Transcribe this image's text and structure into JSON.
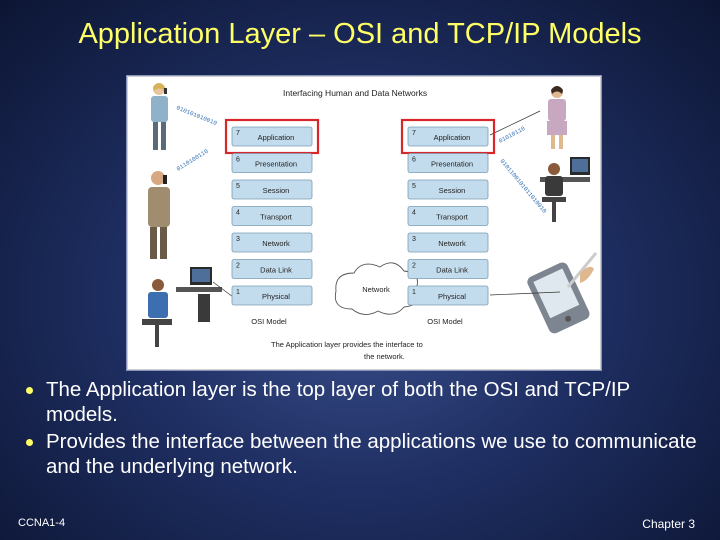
{
  "slide": {
    "title": "Application Layer – OSI and TCP/IP Models",
    "footer_left": "CCNA1-4",
    "footer_right": "Chapter 3"
  },
  "figure": {
    "heading": "Interfacing Human and Data Networks",
    "caption_line1": "The Application layer provides the interface to",
    "caption_line2": "the network.",
    "network_label": "Network",
    "left_stack": {
      "label": "OSI Model",
      "layers": [
        {
          "num": "7",
          "name": "Application",
          "highlighted": true
        },
        {
          "num": "6",
          "name": "Presentation",
          "highlighted": false
        },
        {
          "num": "5",
          "name": "Session",
          "highlighted": false
        },
        {
          "num": "4",
          "name": "Transport",
          "highlighted": false
        },
        {
          "num": "3",
          "name": "Network",
          "highlighted": false
        },
        {
          "num": "2",
          "name": "Data Link",
          "highlighted": false
        },
        {
          "num": "1",
          "name": "Physical",
          "highlighted": false
        }
      ]
    },
    "right_stack": {
      "label": "OSI Model",
      "layers": [
        {
          "num": "7",
          "name": "Application",
          "highlighted": true
        },
        {
          "num": "6",
          "name": "Presentation",
          "highlighted": false
        },
        {
          "num": "5",
          "name": "Session",
          "highlighted": false
        },
        {
          "num": "4",
          "name": "Transport",
          "highlighted": false
        },
        {
          "num": "3",
          "name": "Network",
          "highlighted": false
        },
        {
          "num": "2",
          "name": "Data Link",
          "highlighted": false
        },
        {
          "num": "1",
          "name": "Physical",
          "highlighted": false
        }
      ]
    },
    "highlight_color": "#d9262a",
    "layer_fill": "#c3dced"
  },
  "bullets": [
    "The Application layer is the top layer of both the OSI and TCP/IP models.",
    "Provides the interface between the applications we use to communicate and the underlying network."
  ]
}
